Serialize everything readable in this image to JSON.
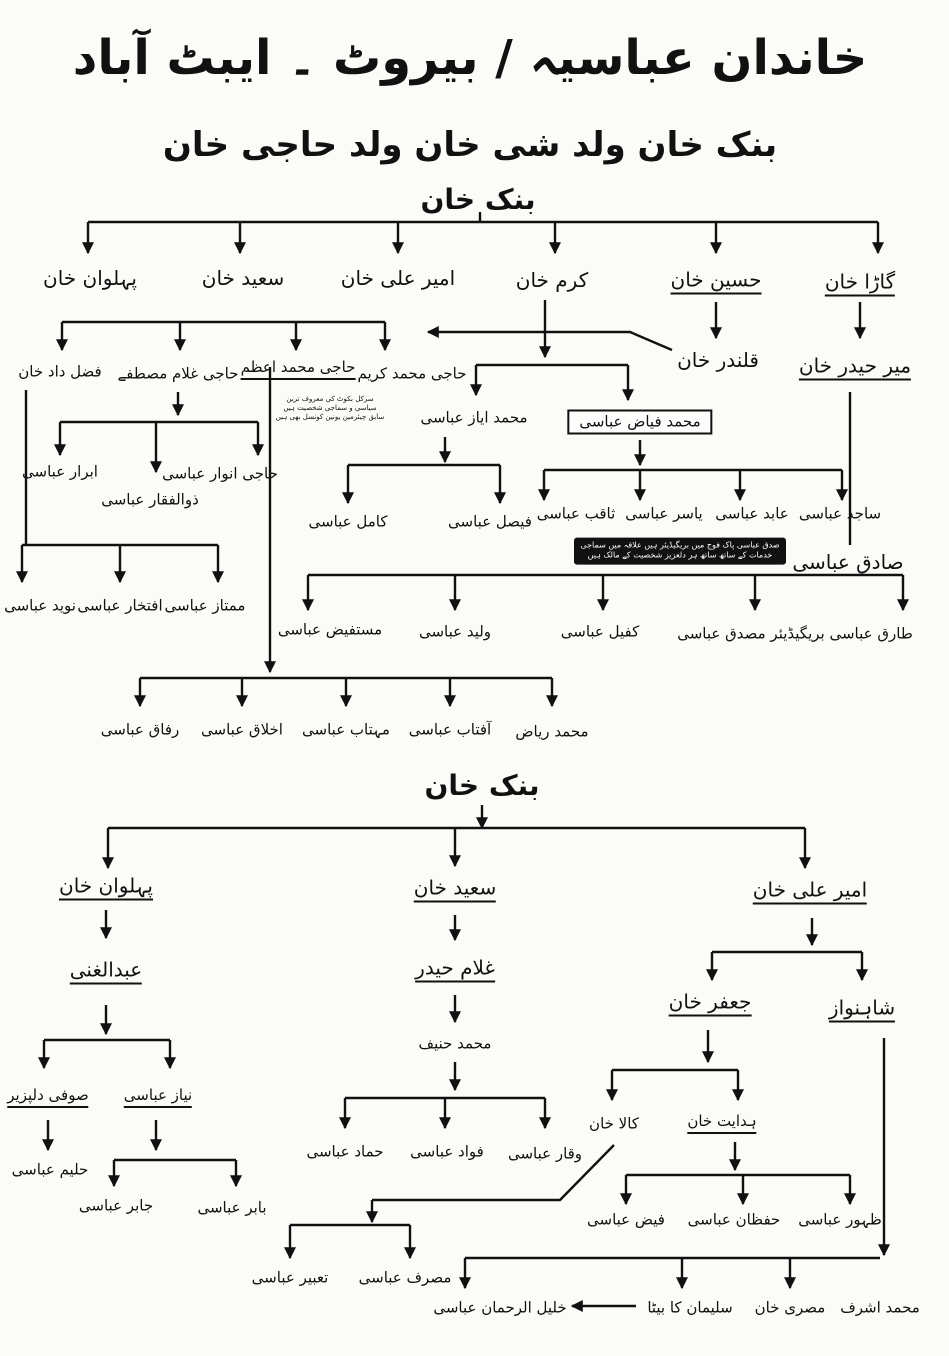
{
  "title": "خاندان عباسیہ / بیروٹ ۔ ایبٹ آباد",
  "subtitle": "بنک خان ولد شی خان ولد حاجی خان",
  "tree1": {
    "root": "بنک خان",
    "pehlwan": "پہلوان خان",
    "saeed": "سعید خان",
    "ameer_ali": "امیر علی خان",
    "karam": "کرم خان",
    "hussain": "حسین خان",
    "gaura": "گاڑا خان",
    "qalandar": "قلندر خان",
    "meer_haider": "میر حیدر خان",
    "fazal_dad": "فضل داد خان",
    "haji_ghulam_mustafa": "حاجی غلام مصطفے",
    "haji_azam": "حاجی محمد اعظم",
    "haji_azam_note": "سرکل بکوٹ کی معروف ترین سیاسی و سماجی شخصیت ہیں سابق چیئرمین یونین کونسل بھی ہیں",
    "haji_karim": "حاجی محمد کریم",
    "ayaz": "محمد ایاز عباسی",
    "fayyaz": "محمد فیاض عباسی",
    "kamil": "کامل عباسی",
    "faisal": "فیصل عباسی",
    "saqib": "ثاقب عباسی",
    "yasir": "یاسر عباسی",
    "abid": "عابد عباسی",
    "sajid": "ساجد عباسی",
    "sadiq": "صادق عباسی",
    "sadiq_note": "صدق عباسی پاک فوج میں بریگیڈیئر ہیں علاقہ میں سماجی خدمات کے ساتھ ساتھ ہر دلعزیز شخصیت کے مالک ہیں",
    "abrar": "ابرار عباسی",
    "zulfiqar": "ذوالفقار عباسی",
    "anwar": "حاجی انوار عباسی",
    "mumtaz": "ممتاز عباسی",
    "iftikhar": "افتخار عباسی",
    "naveed": "نوید عباسی",
    "mustafeez": "مستفیض عباسی",
    "waleed": "ولید عباسی",
    "kafeel": "کفیل عباسی",
    "tariq_musaddiq": "طارق عباسی بریگیڈیئر مصدق عباسی",
    "rafaqat": "رفاق عباسی",
    "akhlaq": "اخلاق عباسی",
    "mehtab": "مہتاب عباسی",
    "aftab": "آفتاب عباسی",
    "riaz": "محمد ریاض"
  },
  "tree2": {
    "root": "بنک خان",
    "pehlwan": "پہلوان خان",
    "saeed": "سعید خان",
    "ameer_ali": "امیر علی خان",
    "abdul_ghani": "عبدالغنی",
    "ghulam_haider": "غلام حیدر",
    "jafar": "جعفر خان",
    "shahnawaz": "شاہنواز",
    "sufi": "صوفی دلپزیر",
    "niaz": "نیاز عباسی",
    "haleem": "حلیم عباسی",
    "jabir": "جابر عباسی",
    "babar": "بابر عباسی",
    "hanif": "محمد حنیف",
    "hammad": "حماد عباسی",
    "fawad": "فواد عباسی",
    "waqar": "وقار عباسی",
    "kala": "کالا خان",
    "hidayat": "ہدایت خان",
    "faiz": "فیض عباسی",
    "hafzan": "حفظان عباسی",
    "zahoor": "ظہور عباسی",
    "tabeer": "تعبیر عباسی",
    "musraf": "مصرف عباسی",
    "khalil": "خلیل الرحمان عباسی",
    "sulaiman": "سلیمان کا بیٹا",
    "misri": "مصری خان",
    "ashraf": "محمد اشرف"
  }
}
